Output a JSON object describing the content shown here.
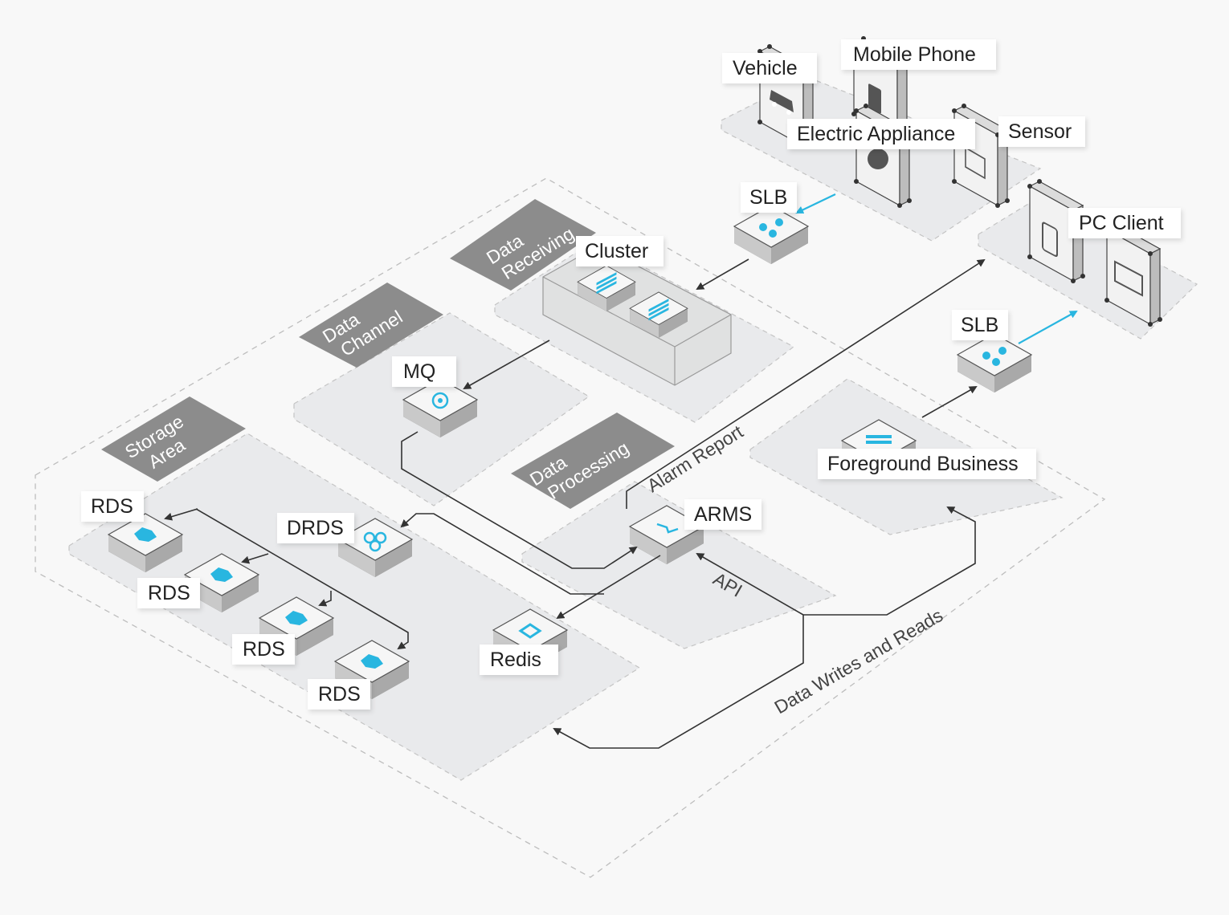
{
  "zones": {
    "data_receiving": "Data\nReceiving",
    "data_channel": "Data\nChannel",
    "storage_area": "Storage\nArea",
    "data_processing": "Data\nProcessing"
  },
  "nodes": {
    "vehicle": "Vehicle",
    "mobile_phone": "Mobile Phone",
    "electric_appliance": "Electric Appliance",
    "sensor": "Sensor",
    "pc_client": "PC Client",
    "slb_top": "SLB",
    "slb_right": "SLB",
    "cluster": "Cluster",
    "mq": "MQ",
    "foreground_business": "Foreground Business",
    "arms": "ARMS",
    "drds": "DRDS",
    "redis": "Redis",
    "rds_1": "RDS",
    "rds_2": "RDS",
    "rds_3": "RDS",
    "rds_4": "RDS"
  },
  "flow_labels": {
    "alarm_report": "Alarm Report",
    "api": "API",
    "data_writes_reads": "Data Writes and Reads"
  },
  "colors": {
    "accent": "#29b6e0",
    "zone_tag": "#8c8c8c",
    "zone_fill": "#e9eaec"
  }
}
